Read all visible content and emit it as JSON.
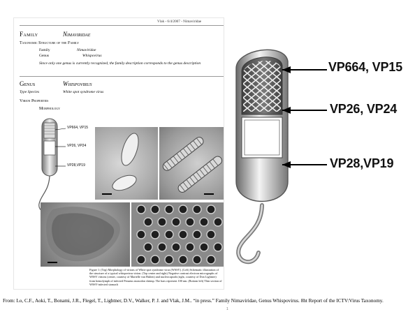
{
  "document": {
    "header": "Vlak - 6/4/2007 - Nimaviridae",
    "family_label": "Family",
    "family_value": "Nimaviridae",
    "taxonomic_heading": "Taxonomic Structure of the Family",
    "taxonomy": [
      {
        "key": "Family",
        "value": "Nimaviridae"
      },
      {
        "key": "Genus",
        "value": "Whispovirus"
      }
    ],
    "note": "Since only one genus is currently recognized, the family description corresponds to the genus description",
    "genus_label": "Genus",
    "genus_value": "Whispovirus",
    "type_species_label": "Type Species",
    "type_species_value": "White spot syndrome virus",
    "virion_properties": "Virion Properties",
    "morphology": "Morphology",
    "thumb_labels": [
      "VP664, VP15",
      "VP26, VP24",
      "VP28,VP19"
    ],
    "caption": "Figure 1: (Top) Morphology of virions of White spot syndrome virus (WSSV). (Left) Schematic illustration of the structure of a typical whispovirus virion. (Top center and right) Negative contrast electron micrographs of WSSV virions (center, courtesy of Marielle van Hulten) and nucleocapsids (right, courtesy of Don Lightner) from hemolymph of infected Penaeus monodon shrimp. The bars represent 100 nm. (Bottom left) Thin section of WSSV-infected stomach"
  },
  "figure": {
    "labels": [
      "VP664, VP15",
      "VP26, VP24",
      "VP28,VP19"
    ]
  },
  "footer": {
    "citation": "From: Lo, C.F., Aoki, T., Bonami, J.R., Flegel, T., Lightner, D.V., Walker, P. J. and Vlak, J.M.. “in press.” Family Nimaviridae, Genus Whispovirus. 8ht Report of the ICTV:Virus Taxonomy.",
    "page_mark": "1"
  }
}
